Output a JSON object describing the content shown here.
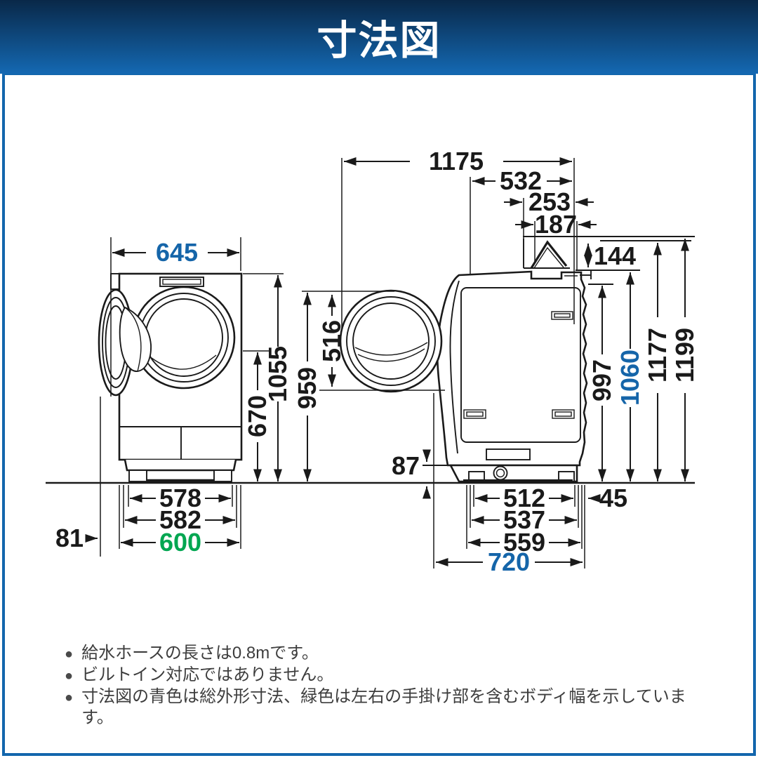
{
  "header": {
    "title": "寸法図"
  },
  "colors": {
    "accent_blue": "#1565a9",
    "accent_green": "#00a651",
    "ink": "#1a1a1a",
    "banner_top": "#092848",
    "banner_bottom": "#1468b2",
    "frame": "#1366ad",
    "note": "#3d3d3d"
  },
  "front_view": {
    "total_width": "645",
    "drum_center_height": "670",
    "body_height": "1055",
    "door_top_height": "959",
    "door_window_diameter": "516",
    "feet_width": "578",
    "base_width": "582",
    "body_width_with_grips": "600",
    "door_protrusion": "81"
  },
  "side_view": {
    "total_depth_door_open": "1175",
    "upper_depth": "532",
    "lid_depth": "253",
    "lid_upper_depth": "187",
    "hose_drop": "144",
    "back_panel_height": "997",
    "total_height_with_hose": "1060",
    "lid_open_height": "1177",
    "total_height_lid_open": "1199",
    "front_base_clearance": "87",
    "feet_depth": "512",
    "base_depth": "537",
    "lower_body_depth": "559",
    "body_depth": "720",
    "rear_clearance": "45"
  },
  "notes": {
    "bullet": "●",
    "items": [
      {
        "text": "給水ホースの長さは0.8mです。"
      },
      {
        "text": "ビルトイン対応ではありません。"
      },
      {
        "text": "寸法図の青色は総外形寸法、緑色は左右の手掛け部を含むボディ幅を示しています。"
      }
    ]
  }
}
